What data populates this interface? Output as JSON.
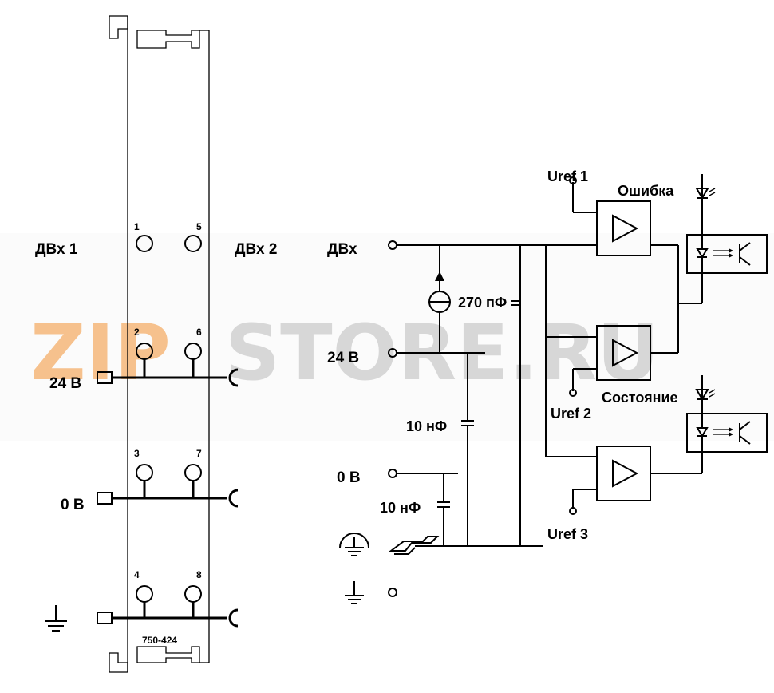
{
  "watermark": {
    "zip": "ZIP",
    "store": "STORE.RU",
    "zip_color": "#f6b87a",
    "store_color": "#d4d4d4"
  },
  "module": {
    "model": "750-424",
    "channel_left": "ДВх 1",
    "channel_right": "ДВх 2",
    "supply_label": "24 В",
    "zero_label": "0 В",
    "pins": [
      "1",
      "5",
      "2",
      "6",
      "3",
      "7",
      "4",
      "8"
    ]
  },
  "schematic": {
    "input_label": "ДВх",
    "supply_label": "24 В",
    "zero_label": "0 В",
    "cap_270": "270 пФ",
    "cap_10a": "10 нФ",
    "cap_10b": "10 нФ",
    "uref1": "Uref 1",
    "uref2": "Uref 2",
    "uref3": "Uref 3",
    "error_label": "Ошибка",
    "status_label": "Состояние"
  }
}
